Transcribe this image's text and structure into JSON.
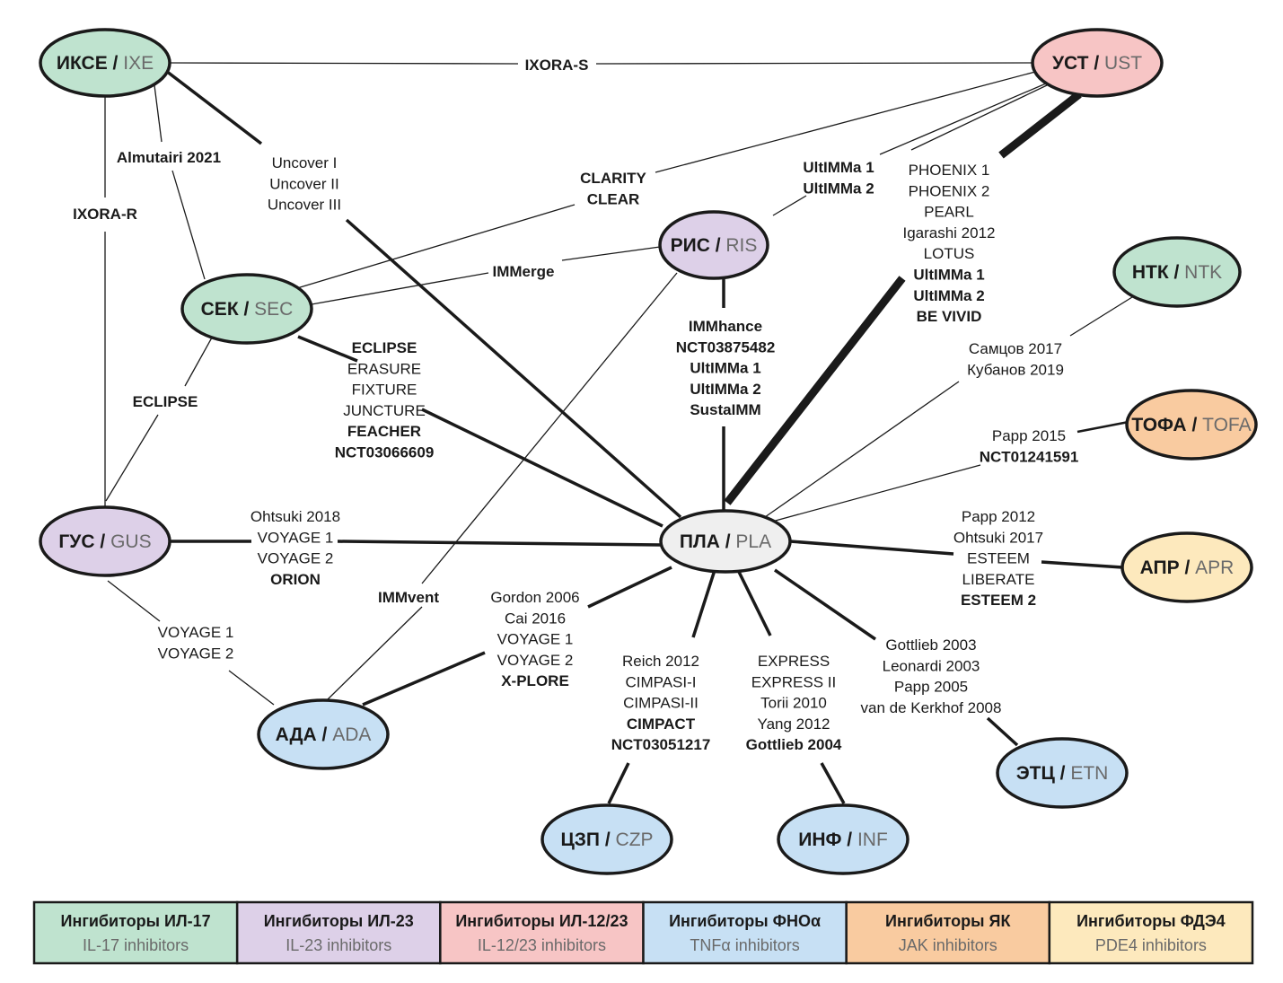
{
  "colors": {
    "il17": "#bfe3cf",
    "il23": "#ddd0e8",
    "il1223": "#f7c5c5",
    "tnf": "#c7e0f4",
    "jak": "#f9cba0",
    "pde4": "#fde9bd",
    "placebo": "#efefef"
  },
  "nodes": {
    "ixe": {
      "ru": "ИКСЕ",
      "en": "IXE"
    },
    "ust": {
      "ru": "УСТ",
      "en": "UST"
    },
    "ris": {
      "ru": "РИС",
      "en": "RIS"
    },
    "sec": {
      "ru": "СЕК",
      "en": "SEC"
    },
    "ntk": {
      "ru": "НТК",
      "en": "NTK"
    },
    "tofa": {
      "ru": "ТОФА",
      "en": "TOFA"
    },
    "gus": {
      "ru": "ГУС",
      "en": "GUS"
    },
    "pla": {
      "ru": "ПЛА",
      "en": "PLA"
    },
    "apr": {
      "ru": "АПР",
      "en": "APR"
    },
    "ada": {
      "ru": "АДА",
      "en": "ADA"
    },
    "etn": {
      "ru": "ЭТЦ",
      "en": "ETN"
    },
    "czp": {
      "ru": "ЦЗП",
      "en": "CZP"
    },
    "inf": {
      "ru": "ИНФ",
      "en": "INF"
    }
  },
  "labels": {
    "ixora_s": [
      {
        "t": "IXORA-S",
        "b": true
      }
    ],
    "ixora_r": [
      {
        "t": "IXORA-R",
        "b": true
      }
    ],
    "almutairi": [
      {
        "t": "Almutairi 2021",
        "b": true
      }
    ],
    "uncover": [
      {
        "t": "Uncover I",
        "b": false
      },
      {
        "t": "Uncover II",
        "b": false
      },
      {
        "t": "Uncover III",
        "b": false
      }
    ],
    "clarity": [
      {
        "t": "CLARITY",
        "b": true
      },
      {
        "t": "CLEAR",
        "b": true
      }
    ],
    "ultimma_ust_ris": [
      {
        "t": "UltIMMa 1",
        "b": true
      },
      {
        "t": "UltIMMa 2",
        "b": true
      }
    ],
    "ust_pla": [
      {
        "t": "PHOENIX 1",
        "b": false
      },
      {
        "t": "PHOENIX 2",
        "b": false
      },
      {
        "t": "PEARL",
        "b": false
      },
      {
        "t": "Igarashi 2012",
        "b": false
      },
      {
        "t": "LOTUS",
        "b": false
      },
      {
        "t": "UltIMMa 1",
        "b": true
      },
      {
        "t": "UltIMMa 2",
        "b": true
      },
      {
        "t": "BE VIVID",
        "b": true
      }
    ],
    "immerge": [
      {
        "t": "IMMerge",
        "b": true
      }
    ],
    "ris_pla": [
      {
        "t": "IMMhance",
        "b": true
      },
      {
        "t": "NCT03875482",
        "b": true
      },
      {
        "t": "UltIMMa 1",
        "b": true
      },
      {
        "t": "UltIMMa 2",
        "b": true
      },
      {
        "t": "SustaIMM",
        "b": true
      }
    ],
    "ntk_pla": [
      {
        "t": "Самцов 2017",
        "b": false
      },
      {
        "t": "Кубанов 2019",
        "b": false
      }
    ],
    "tofa_pla": [
      {
        "t": "Papp 2015",
        "b": false
      },
      {
        "t": "NCT01241591",
        "b": true
      }
    ],
    "sec_pla": [
      {
        "t": "ECLIPSE",
        "b": true
      },
      {
        "t": "ERASURE",
        "b": false
      },
      {
        "t": "FIXTURE",
        "b": false
      },
      {
        "t": "JUNCTURE",
        "b": false
      },
      {
        "t": "FEACHER",
        "b": true
      },
      {
        "t": "NCT03066609",
        "b": true
      }
    ],
    "eclipse": [
      {
        "t": "ECLIPSE",
        "b": true
      }
    ],
    "gus_pla": [
      {
        "t": "Ohtsuki 2018",
        "b": false
      },
      {
        "t": "VOYAGE 1",
        "b": false
      },
      {
        "t": "VOYAGE 2",
        "b": false
      },
      {
        "t": "ORION",
        "b": true
      }
    ],
    "apr_pla": [
      {
        "t": "Papp 2012",
        "b": false
      },
      {
        "t": "Ohtsuki 2017",
        "b": false
      },
      {
        "t": "ESTEEM",
        "b": false
      },
      {
        "t": "LIBERATE",
        "b": false
      },
      {
        "t": "ESTEEM 2",
        "b": true
      }
    ],
    "immvent": [
      {
        "t": "IMMvent",
        "b": true
      }
    ],
    "ada_pla": [
      {
        "t": "Gordon 2006",
        "b": false
      },
      {
        "t": "Cai 2016",
        "b": false
      },
      {
        "t": "VOYAGE 1",
        "b": false
      },
      {
        "t": "VOYAGE 2",
        "b": false
      },
      {
        "t": "X-PLORE",
        "b": true
      }
    ],
    "gus_ada": [
      {
        "t": "VOYAGE 1",
        "b": false
      },
      {
        "t": "VOYAGE 2",
        "b": false
      }
    ],
    "czp_pla": [
      {
        "t": "Reich 2012",
        "b": false
      },
      {
        "t": "CIMPASI-I",
        "b": false
      },
      {
        "t": "CIMPASI-II",
        "b": false
      },
      {
        "t": "CIMPACT",
        "b": true
      },
      {
        "t": "NCT03051217",
        "b": true
      }
    ],
    "inf_pla": [
      {
        "t": "EXPRESS",
        "b": false
      },
      {
        "t": "EXPRESS II",
        "b": false
      },
      {
        "t": "Torii 2010",
        "b": false
      },
      {
        "t": "Yang 2012",
        "b": false
      },
      {
        "t": "Gottlieb 2004",
        "b": true
      }
    ],
    "etn_pla": [
      {
        "t": "Gottlieb 2003",
        "b": false
      },
      {
        "t": "Leonardi 2003",
        "b": false
      },
      {
        "t": "Papp 2005",
        "b": false
      },
      {
        "t": "van de Kerkhof 2008",
        "b": false
      }
    ]
  },
  "legend": [
    {
      "ru": "Ингибиторы ИЛ-17",
      "en": "IL-17 inhibitors",
      "color": "#bfe3cf"
    },
    {
      "ru": "Ингибиторы ИЛ-23",
      "en": "IL-23 inhibitors",
      "color": "#ddd0e8"
    },
    {
      "ru": "Ингибиторы ИЛ-12/23",
      "en": "IL-12/23 inhibitors",
      "color": "#f7c5c5"
    },
    {
      "ru": "Ингибиторы ФНОα",
      "en": "TNFα inhibitors",
      "color": "#c7e0f4"
    },
    {
      "ru": "Ингибиторы ЯК",
      "en": "JAK inhibitors",
      "color": "#f9cba0"
    },
    {
      "ru": "Ингибиторы ФДЭ4",
      "en": "PDE4 inhibitors",
      "color": "#fde9bd"
    }
  ]
}
